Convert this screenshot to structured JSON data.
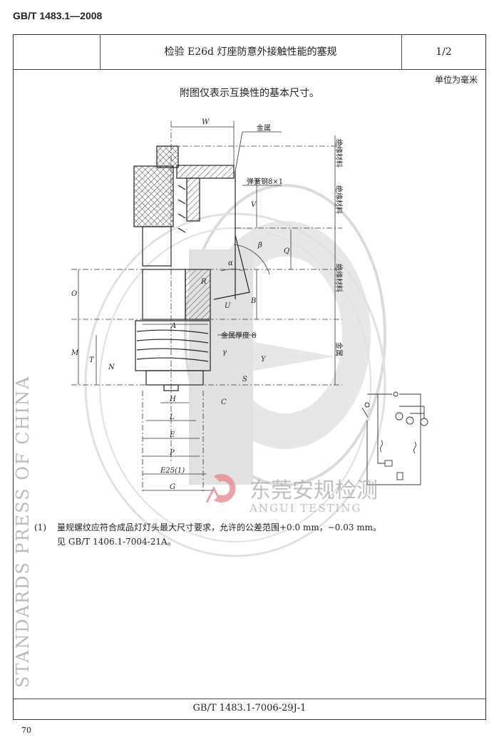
{
  "header": {
    "standard_code": "GB/T 1483.1—2008"
  },
  "table": {
    "title": "检验 E26d 灯座防意外接触性能的塞规",
    "sheet": "1/2",
    "unit_note": "单位为毫米",
    "note": "附图仅表示互换性的基本尺寸。",
    "drawing_code": "GB/T 1483.1-7006-29J-1"
  },
  "drawing": {
    "labels": {
      "W": "W",
      "metal_top": "金属",
      "insulation_1": "绝缘材料",
      "insulation_2": "绝缘材料",
      "insulation_3": "绝缘材料",
      "spring_steel": "弹簧钢8×1",
      "V": "V",
      "beta": "β",
      "alpha": "α",
      "Q": "Q",
      "R": "R",
      "U": "U",
      "B": "B",
      "O": "O",
      "A": "A",
      "metal_thickness": "金属厚度 8",
      "M": "M",
      "T": "T",
      "N": "N",
      "gamma": "γ",
      "Y": "Y",
      "S": "S",
      "C": "C",
      "H": "H",
      "L": "L",
      "E": "E",
      "P": "P",
      "E25": "E25(1)",
      "G": "G",
      "metal_right": "金属"
    }
  },
  "footnote": {
    "ref": "(1)",
    "line1": "量规螺纹应符合成品灯灯头最大尺寸要求，允许的公差范围+0.0 mm，−0.03 mm。",
    "line2": "见 GB/T 1406.1-7004-21A。"
  },
  "watermarks": {
    "seal_text": "STANDARDS PRESS OF CHINA",
    "logo_cn": "东莞安规检测",
    "logo_en": "ANGUI TESTING",
    "logo_color": "#e8848c"
  },
  "page_number": "70"
}
